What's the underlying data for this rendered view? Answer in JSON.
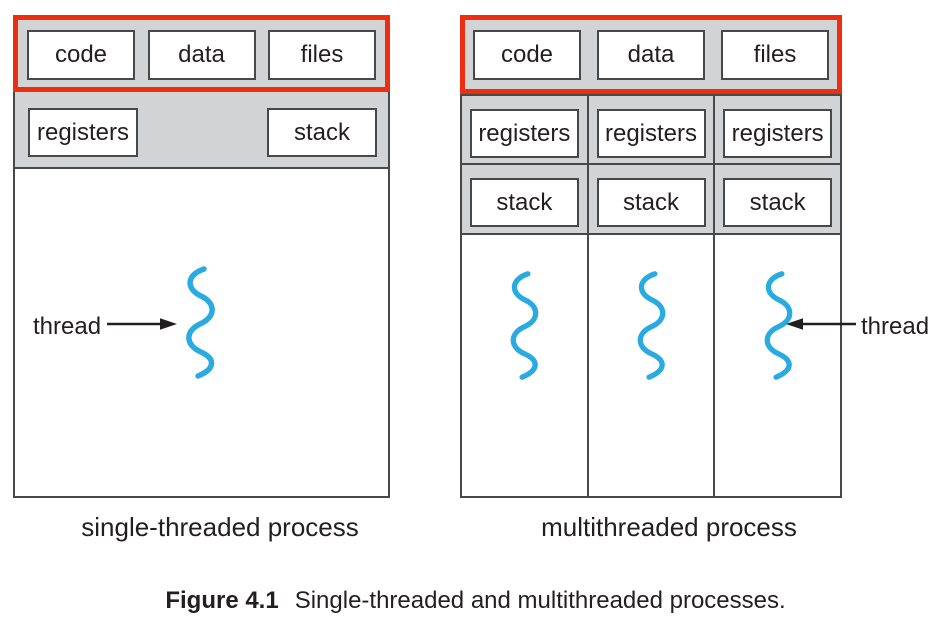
{
  "left_diagram": {
    "memory_boxes": [
      "code",
      "data",
      "files"
    ],
    "registers_label": "registers",
    "stack_label": "stack",
    "thread_label": "thread",
    "caption": "single-threaded process"
  },
  "right_diagram": {
    "memory_boxes": [
      "code",
      "data",
      "files"
    ],
    "columns": [
      {
        "registers": "registers",
        "stack": "stack"
      },
      {
        "registers": "registers",
        "stack": "stack"
      },
      {
        "registers": "registers",
        "stack": "stack"
      }
    ],
    "thread_label": "thread",
    "caption": "multithreaded process"
  },
  "figure_caption": {
    "label": "Figure 4.1",
    "text": "Single-threaded and multithreaded processes."
  },
  "colors": {
    "highlight_red": "#ee2e11",
    "panel_gray": "#d2d3d4",
    "line_dark": "#47484a",
    "thread_blue": "#29abe2",
    "text_dark": "#231f20"
  }
}
